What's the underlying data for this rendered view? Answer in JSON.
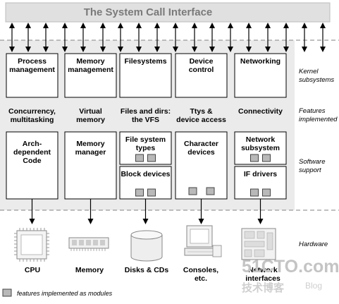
{
  "header": {
    "title": "The System Call Interface"
  },
  "columns": [
    {
      "title": [
        "Process",
        "management"
      ],
      "feature": [
        "Concurrency,",
        "multitasking"
      ],
      "support": [
        "Arch-",
        "dependent",
        "Code"
      ]
    },
    {
      "title": [
        "Memory",
        "management"
      ],
      "feature": [
        "Virtual",
        "memory"
      ],
      "support": [
        "Memory",
        "manager"
      ]
    },
    {
      "title": [
        "Filesystems"
      ],
      "feature": [
        "Files and dirs:",
        "the VFS"
      ],
      "support_sub": [
        [
          "File system",
          "types"
        ],
        [
          "Block devices"
        ]
      ]
    },
    {
      "title": [
        "Device",
        "control"
      ],
      "feature": [
        "Ttys &",
        "device access"
      ],
      "support": [
        "Character",
        "devices"
      ]
    },
    {
      "title": [
        "Networking"
      ],
      "feature": [
        "Connectivity"
      ],
      "support_sub": [
        [
          "Network",
          "subsystem"
        ],
        [
          "IF drivers"
        ]
      ]
    }
  ],
  "side_labels": {
    "kernel": [
      "Kernel",
      "subsystems"
    ],
    "features": [
      "Features",
      "implemented"
    ],
    "software": [
      "Software",
      "support"
    ],
    "hardware": [
      "Hardware"
    ]
  },
  "hardware": [
    {
      "label": [
        "CPU"
      ],
      "icon": "cpu-chip-icon"
    },
    {
      "label": [
        "Memory"
      ],
      "icon": "memory-module-icon"
    },
    {
      "label": [
        "Disks & CDs"
      ],
      "icon": "disk-cylinder-icon"
    },
    {
      "label": [
        "Consoles,",
        "etc."
      ],
      "icon": "terminal-icon"
    },
    {
      "label": [
        "Network",
        "interfaces"
      ],
      "icon": "network-interface-icon"
    }
  ],
  "legend": {
    "text": "features implemented as modules"
  },
  "watermark": {
    "line1": "51CTO.com",
    "line2": "技术博客",
    "line3": "Blog"
  },
  "colors": {
    "band": "#ebebeb",
    "header": "#e0e0e0",
    "module": "#b9b9b9",
    "dash": "#9a9a9a",
    "text_gray": "#7a7a7a"
  }
}
